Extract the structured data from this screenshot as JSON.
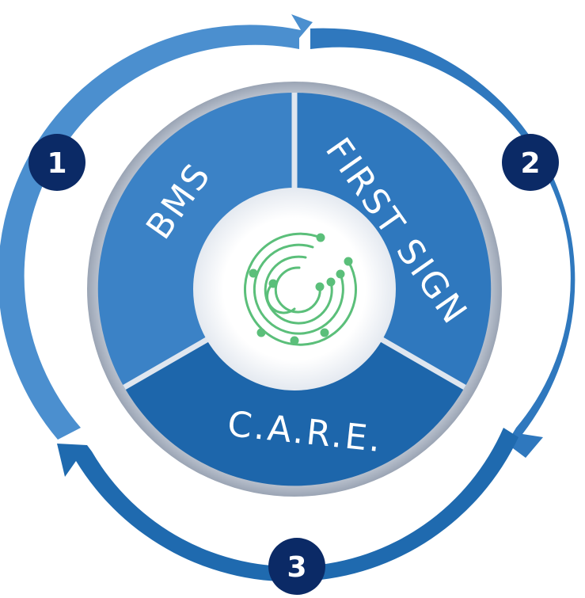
{
  "segments": [
    {
      "label": "BMS"
    },
    {
      "label": "FIRST SIGN"
    },
    {
      "label": "C.A.R.E."
    }
  ],
  "steps": [
    {
      "number": "1"
    },
    {
      "number": "2"
    },
    {
      "number": "3"
    }
  ],
  "colors": {
    "cycle_arrow": "#3a7fc4",
    "cycle_arrow_light": "#5a9ad6",
    "segment_bms": "#3b82c6",
    "segment_first_sign": "#2f78be",
    "segment_care": "#1d66ab",
    "badge": "#0b2a66",
    "logo_green": "#5bbf7a"
  }
}
